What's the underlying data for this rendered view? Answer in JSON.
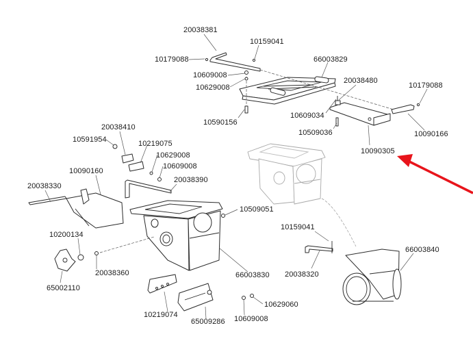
{
  "diagram": {
    "title": "Exploded parts diagram - hopper assembly",
    "highlight_color": "#e8141b",
    "highlighted_part": "10090305",
    "labels": [
      {
        "id": "p20038381",
        "text": "20038381"
      },
      {
        "id": "p10159041a",
        "text": "10159041"
      },
      {
        "id": "p10179088a",
        "text": "10179088"
      },
      {
        "id": "p66003829",
        "text": "66003829"
      },
      {
        "id": "p10609008a",
        "text": "10609008"
      },
      {
        "id": "p10629008a",
        "text": "10629008"
      },
      {
        "id": "p20038480",
        "text": "20038480"
      },
      {
        "id": "p10179088b",
        "text": "10179088"
      },
      {
        "id": "p10609034",
        "text": "10609034"
      },
      {
        "id": "p10590156",
        "text": "10590156"
      },
      {
        "id": "p10509036",
        "text": "10509036"
      },
      {
        "id": "p10090166",
        "text": "10090166"
      },
      {
        "id": "p10090305",
        "text": "10090305"
      },
      {
        "id": "p20038410",
        "text": "20038410"
      },
      {
        "id": "p10591954",
        "text": "10591954"
      },
      {
        "id": "p10219075",
        "text": "10219075"
      },
      {
        "id": "p10629008b",
        "text": "10629008"
      },
      {
        "id": "p10609008b",
        "text": "10609008"
      },
      {
        "id": "p10090160",
        "text": "10090160"
      },
      {
        "id": "p20038390",
        "text": "20038390"
      },
      {
        "id": "p20038330",
        "text": "20038330"
      },
      {
        "id": "p10509051",
        "text": "10509051"
      },
      {
        "id": "p10159041b",
        "text": "10159041"
      },
      {
        "id": "p10200134",
        "text": "10200134"
      },
      {
        "id": "p20038360",
        "text": "20038360"
      },
      {
        "id": "p66003840",
        "text": "66003840"
      },
      {
        "id": "p20038320",
        "text": "20038320"
      },
      {
        "id": "p65002110",
        "text": "65002110"
      },
      {
        "id": "p66003830",
        "text": "66003830"
      },
      {
        "id": "p10629060",
        "text": "10629060"
      },
      {
        "id": "p10219074",
        "text": "10219074"
      },
      {
        "id": "p65009286",
        "text": "65009286"
      },
      {
        "id": "p10609008c",
        "text": "10609008"
      }
    ]
  }
}
